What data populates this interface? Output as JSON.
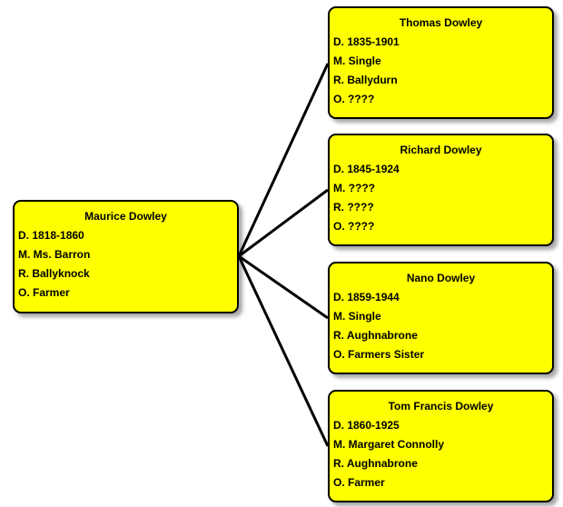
{
  "parent": {
    "name": "Maurice Dowley",
    "dates": "D. 1818-1860",
    "married": "M. Ms. Barron",
    "residence": "R. Ballyknock",
    "occupation": "O. Farmer"
  },
  "children": [
    {
      "name": "Thomas Dowley",
      "dates": "D. 1835-1901",
      "married": "M. Single",
      "residence": "R. Ballydurn",
      "occupation": "O. ????"
    },
    {
      "name": "Richard Dowley",
      "dates": "D. 1845-1924",
      "married": "M. ????",
      "residence": "R. ????",
      "occupation": "O. ????"
    },
    {
      "name": "Nano Dowley",
      "dates": "D. 1859-1944",
      "married": "M. Single",
      "residence": "R. Aughnabrone",
      "occupation": "O. Farmers Sister"
    },
    {
      "name": "Tom Francis Dowley",
      "dates": "D.  1860-1925",
      "married": "M. Margaret Connolly",
      "residence": "R. Aughnabrone",
      "occupation": "O. Farmer"
    }
  ],
  "colors": {
    "box_fill": "#ffff00",
    "box_border": "#000000",
    "connector": "#000000"
  }
}
